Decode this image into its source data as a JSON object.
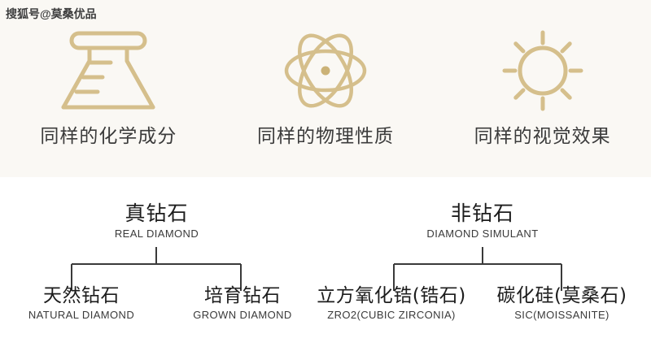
{
  "watermark": {
    "text": "搜狐号@莫桑优品"
  },
  "colors": {
    "gold": "#d5bf8c",
    "panel_background": "#faf8f4",
    "page_background": "#ffffff",
    "text_dark": "#1c1c1c",
    "text_gray": "#3a3a3a",
    "line": "#3a3a3a"
  },
  "features": [
    {
      "icon": "flask-icon",
      "caption": "同样的化学成分"
    },
    {
      "icon": "atom-icon",
      "caption": "同样的物理性质"
    },
    {
      "icon": "sun-icon",
      "caption": "同样的视觉效果"
    }
  ],
  "tree": {
    "roots": [
      {
        "cn": "真钻石",
        "en": "REAL DIAMOND"
      },
      {
        "cn": "非钻石",
        "en": "DIAMOND SIMULANT"
      }
    ],
    "leaves": [
      {
        "cn": "天然钻石",
        "en": "NATURAL DIAMOND"
      },
      {
        "cn": "培育钻石",
        "en": "GROWN DIAMOND"
      },
      {
        "cn": "立方氧化锆(锆石)",
        "en": "ZRO2(CUBIC ZIRCONIA)"
      },
      {
        "cn": "碳化硅(莫桑石)",
        "en": "SIC(MOISSANITE)"
      }
    ]
  }
}
